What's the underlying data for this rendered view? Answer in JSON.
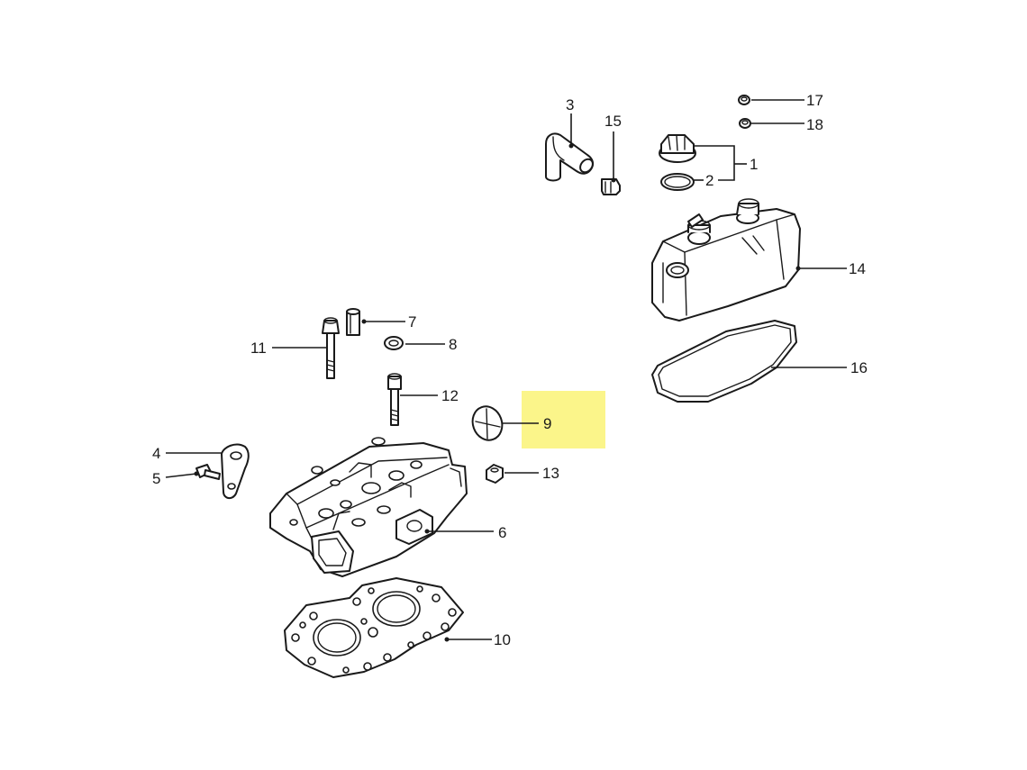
{
  "highlight_color": "#fbf58a",
  "callouts": {
    "c1": "1",
    "c2": "2",
    "c3": "3",
    "c4": "4",
    "c5": "5",
    "c6": "6",
    "c7": "7",
    "c8": "8",
    "c9": "9",
    "c10": "10",
    "c11": "11",
    "c12": "12",
    "c13": "13",
    "c14": "14",
    "c15": "15",
    "c16": "16",
    "c17": "17",
    "c18": "18"
  },
  "highlighted_callout": "9"
}
